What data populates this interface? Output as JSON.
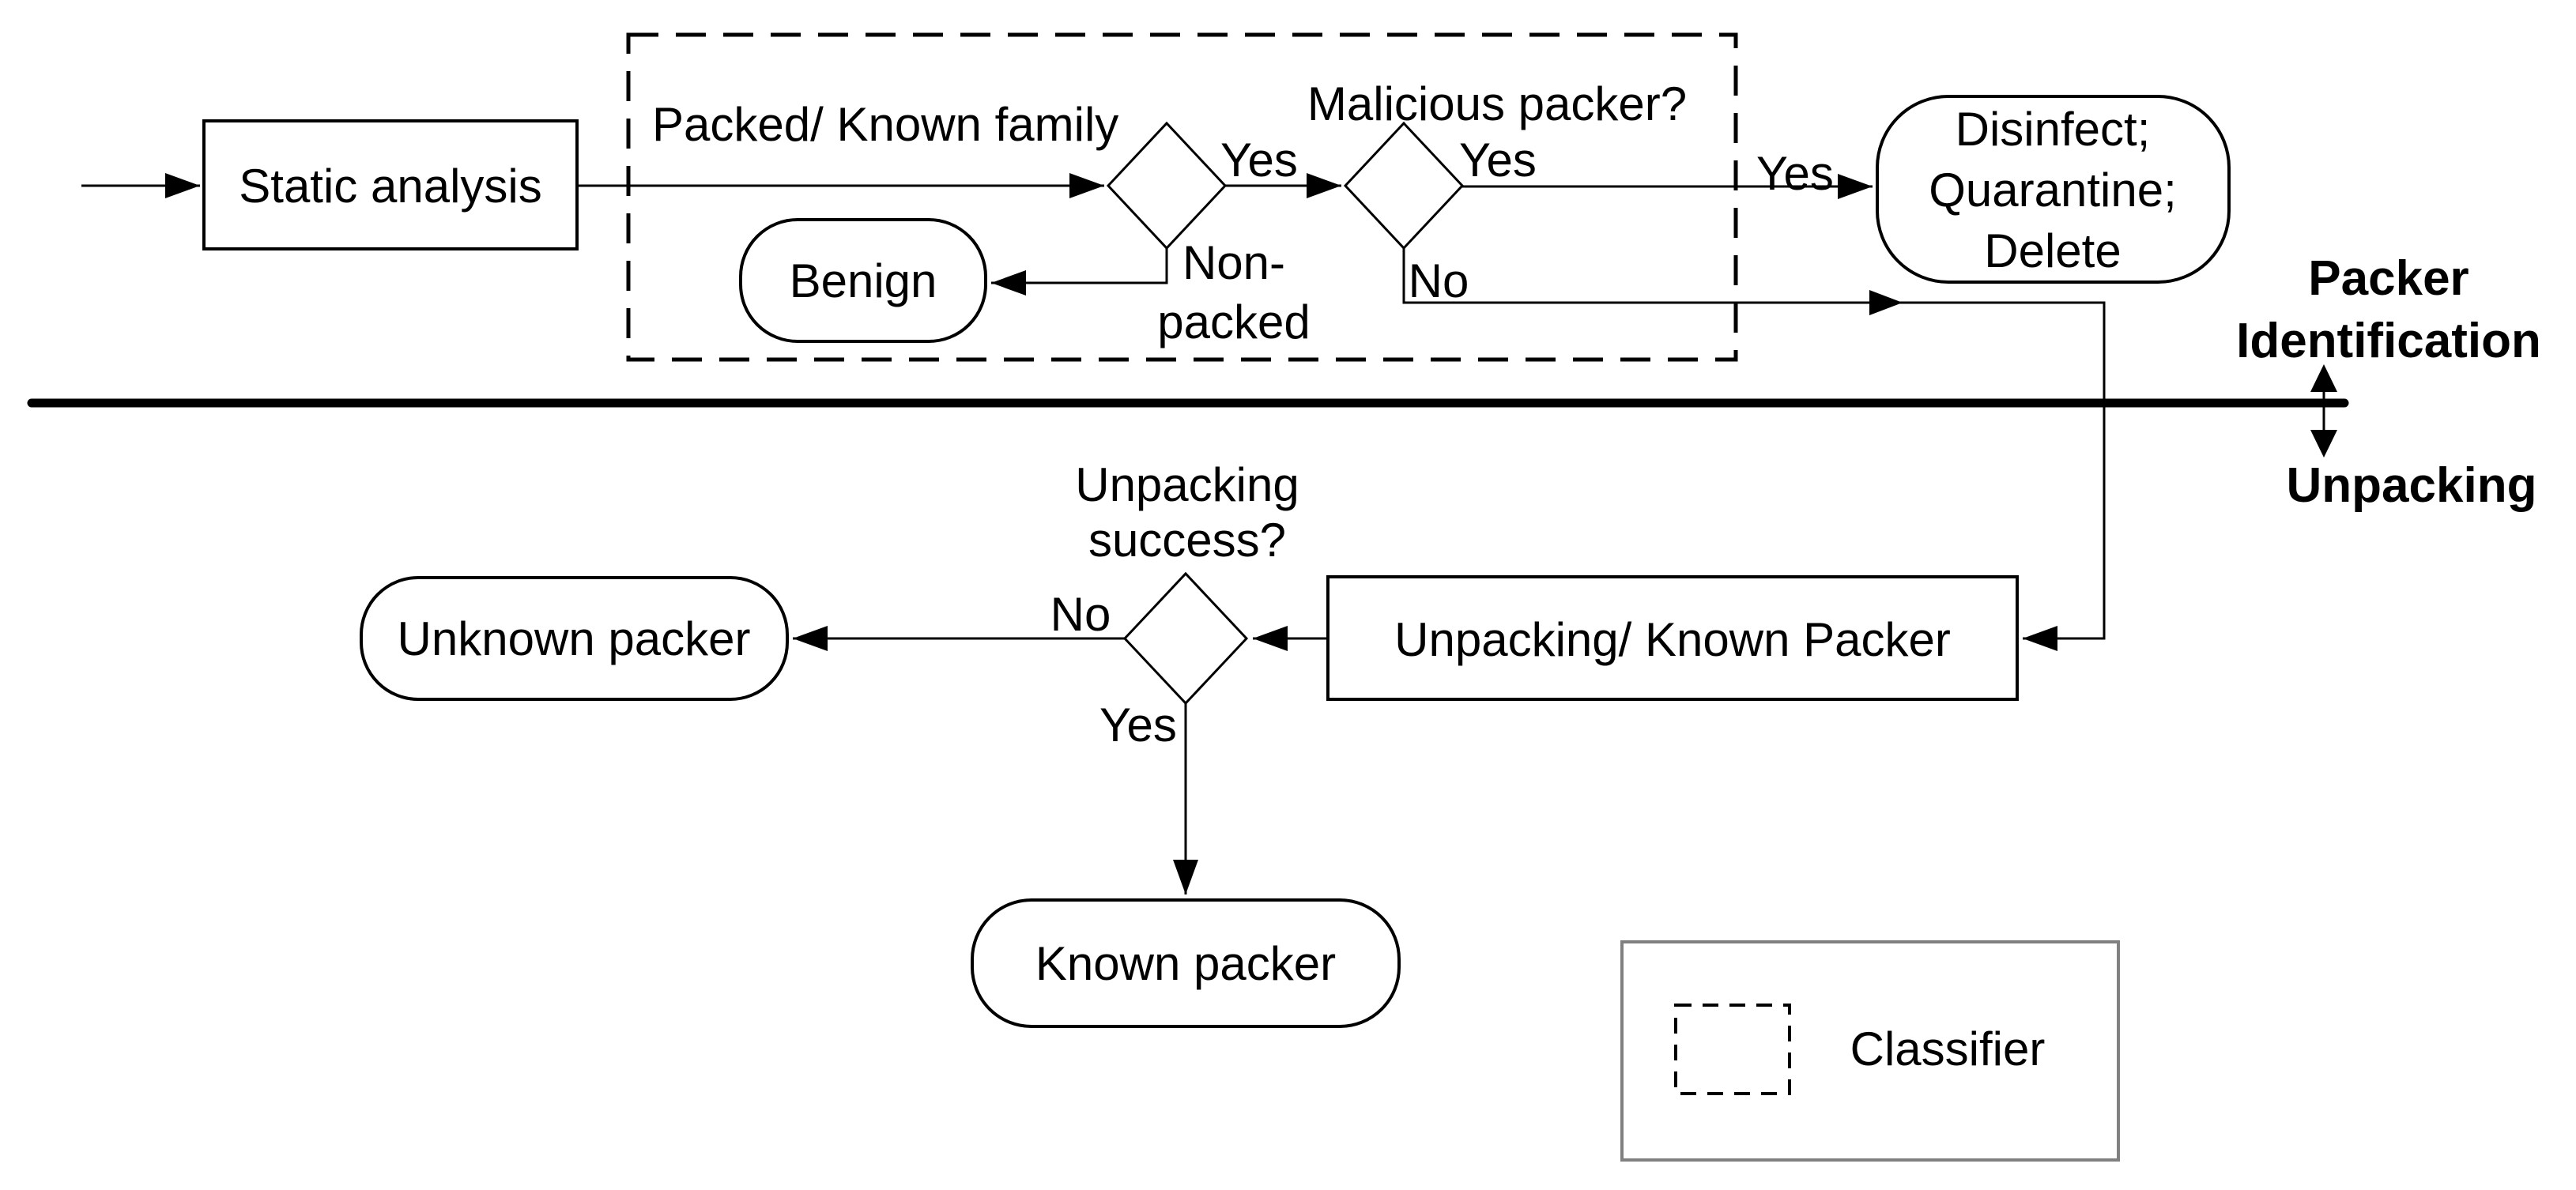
{
  "figure": {
    "background": "#ffffff",
    "ink_color": "#000000",
    "legend_border_color": "#808080",
    "sections": {
      "top_label": {
        "line1": "Packer",
        "line2": "Identification"
      },
      "bottom_label": "Unpacking"
    },
    "nodes": {
      "static_analysis": {
        "label": "Static analysis"
      },
      "benign": {
        "label": "Benign"
      },
      "disinfect": {
        "line1": "Disinfect;",
        "line2": "Quarantine;",
        "line3": "Delete"
      },
      "unpacking_known_packer": {
        "label": "Unpacking/ Known Packer"
      },
      "unknown_packer": {
        "label": "Unknown packer"
      },
      "known_packer": {
        "label": "Known packer"
      }
    },
    "edges": {
      "packed_known_family": "Packed/ Known family",
      "malicious_packer": "Malicious packer?",
      "yes_after_packed_decision": "Yes",
      "yes_after_malicious_decision": "Yes",
      "yes_before_disinfect": "Yes",
      "non_packed": {
        "line1": "Non-",
        "line2": "packed"
      },
      "no_malicious": "No",
      "unpacking_success": {
        "line1": "Unpacking",
        "line2": "success?"
      },
      "no_unpacking": "No",
      "yes_unpacking": "Yes"
    },
    "legend": {
      "label": "Classifier"
    }
  }
}
